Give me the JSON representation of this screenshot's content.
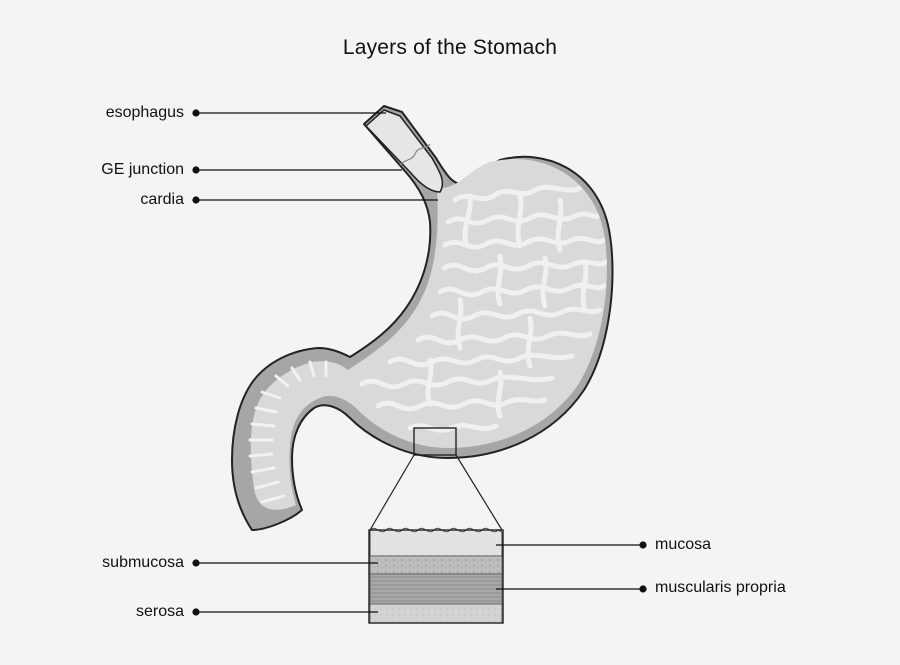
{
  "title": "Layers of the Stomach",
  "labels_left": {
    "esophagus": "esophagus",
    "ge_junction": "GE junction",
    "cardia": "cardia",
    "submucosa": "submucosa",
    "serosa": "serosa"
  },
  "labels_right": {
    "mucosa": "mucosa",
    "muscularis_propria": "muscularis propria"
  },
  "colors": {
    "background": "#f4f4f4",
    "outline": "#222222",
    "wall": "#9a9a9a",
    "lining": "#d8d8d8",
    "folds": "#eeeeee",
    "layer_submucosa": "#b9b9b9",
    "layer_muscularis": "#9e9e9e",
    "layer_serosa": "#cfcfcf"
  }
}
